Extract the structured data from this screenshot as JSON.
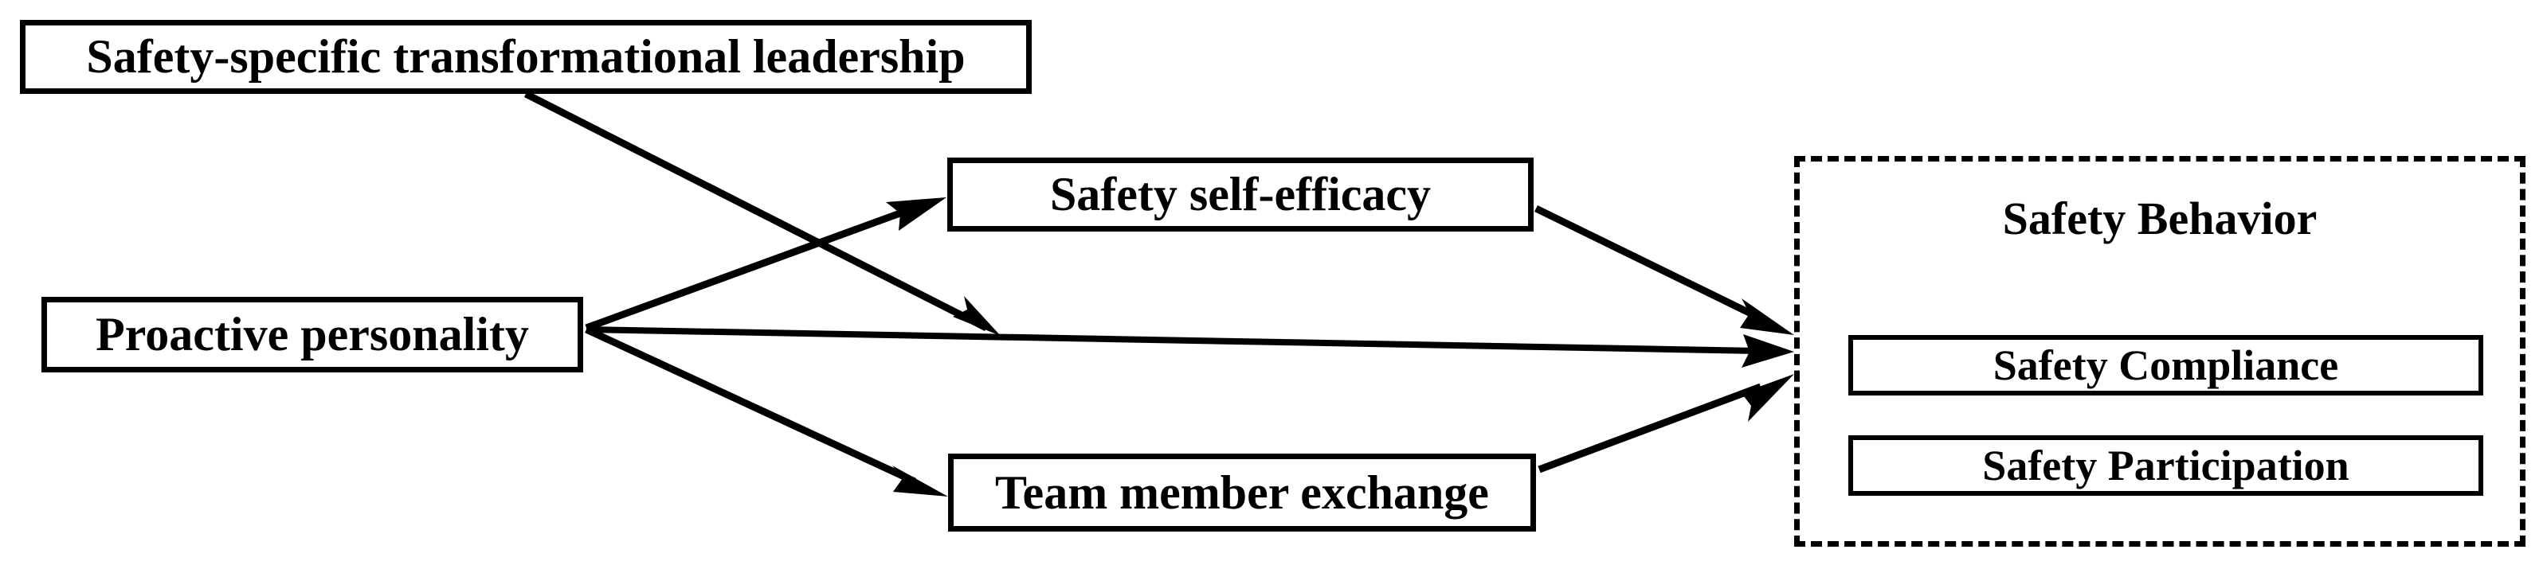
{
  "diagram": {
    "type": "conceptual-research-model",
    "title": "Safety behavior research model",
    "background_color": "#ffffff",
    "line_color": "#000000"
  },
  "nodes": {
    "leadership": {
      "label": "Safety-specific transformational leadership",
      "shape": "rectangle",
      "border": "solid"
    },
    "proactive": {
      "label": "Proactive personality",
      "shape": "rectangle",
      "border": "solid"
    },
    "efficacy": {
      "label": "Safety self-efficacy",
      "shape": "rectangle",
      "border": "solid"
    },
    "tmx": {
      "label": "Team member exchange",
      "shape": "rectangle",
      "border": "solid"
    },
    "safety_behavior": {
      "label": "Safety Behavior",
      "shape": "rectangle",
      "border": "dashed",
      "children": [
        {
          "label": "Safety Compliance",
          "border": "solid"
        },
        {
          "label": "Safety Participation",
          "border": "solid"
        }
      ]
    }
  },
  "edges": [
    {
      "id": "leadership-moderates-proactive-path",
      "from": "leadership",
      "to": "proactive-to-safety-behavior-path",
      "style": "solid",
      "arrowhead": "filled-triangle",
      "label": ""
    },
    {
      "id": "proactive-to-efficacy",
      "from": "proactive",
      "to": "efficacy",
      "style": "solid",
      "arrowhead": "filled-triangle",
      "label": ""
    },
    {
      "id": "proactive-to-tmx",
      "from": "proactive",
      "to": "tmx",
      "style": "solid",
      "arrowhead": "filled-triangle",
      "label": ""
    },
    {
      "id": "proactive-to-safety-behavior",
      "from": "proactive",
      "to": "safety_behavior",
      "style": "solid",
      "arrowhead": "filled-triangle",
      "label": ""
    },
    {
      "id": "efficacy-to-safety-behavior",
      "from": "efficacy",
      "to": "safety_behavior",
      "style": "solid",
      "arrowhead": "filled-triangle",
      "label": ""
    },
    {
      "id": "tmx-to-safety-behavior",
      "from": "tmx",
      "to": "safety_behavior",
      "style": "solid",
      "arrowhead": "filled-triangle",
      "label": ""
    }
  ]
}
